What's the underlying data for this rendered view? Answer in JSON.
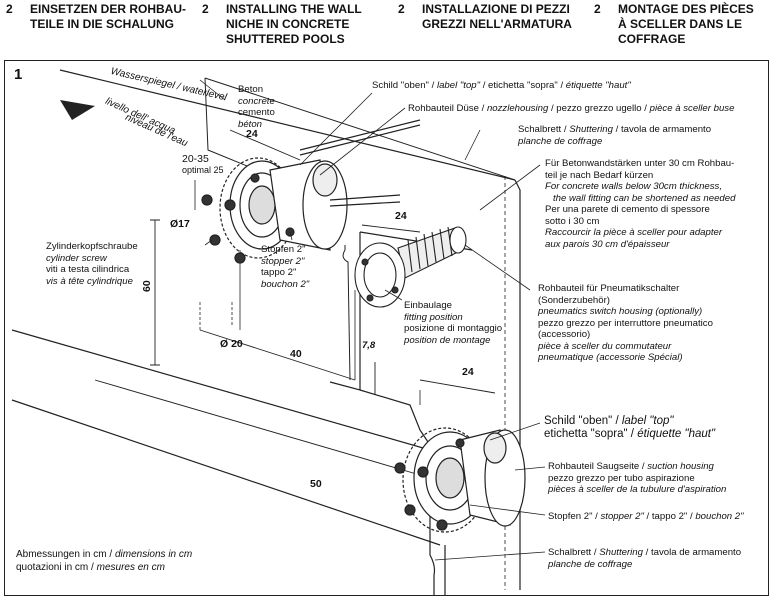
{
  "header": {
    "columns": [
      {
        "num": "2",
        "text": "EINSETZEN DER ROHBAU-\nTEILE IN DIE SCHALUNG"
      },
      {
        "num": "2",
        "text": "INSTALLING THE WALL\nNICHE IN CONCRETE\nSHUTTERED POOLS"
      },
      {
        "num": "2",
        "text": "INSTALLAZIONE DI  PEZZI\nGREZZI NELL'ARMATURA"
      },
      {
        "num": "2",
        "text": "MONTAGE DES PIÈCES\nÀ SCELLER DANS LE\nCOFFRAGE"
      }
    ]
  },
  "figure_number": "1",
  "labels": {
    "water_de": "Wasserspiegel /",
    "water_en": "waterlevel",
    "water_it": "livello dell' acqua",
    "water_fr": "niveau de l'eau",
    "beton": [
      "Beton",
      "concrete",
      "cemento",
      "béton"
    ],
    "schild_top": {
      "de": "Schild  \"oben\"",
      "en": "label \"top\"",
      "it": "etichetta \"sopra\"",
      "fr": "étiquette \"haut\""
    },
    "nozzle": {
      "de": "Rohbauteil Düse",
      "en": "nozzlehousing",
      "it": "pezzo grezzo ugello",
      "fr": "pièce à sceller buse"
    },
    "shuttering1": {
      "de": "Schalbrett",
      "en": "Shuttering",
      "it": "tavola de armamento",
      "fr": "planche de coffrage"
    },
    "walls": [
      "Für Betonwandstärken unter 30 cm Rohbau-",
      "teil je nach Bedarf kürzen",
      "For concrete walls below 30cm thickness,",
      "the wall fitting can be shortened as needed",
      "Per una parete di cemento di spessore",
      "sotto i 30 cm",
      "Raccourcir la pièce à sceller pour adapter",
      "aux parois 30 cm d'épaisseur"
    ],
    "screw": {
      "de": "Zylinderkopfschraube",
      "en": "cylinder screw",
      "it": "viti a testa cilindrica",
      "fr": "vis à tête cylindrique"
    },
    "plug1": {
      "de": "Stopfen 2\"",
      "en": "stopper 2\"",
      "it": "tappo 2\"",
      "fr": "bouchon 2\""
    },
    "fitting": {
      "de": "Einbaulage",
      "en": "fitting position",
      "it": "posizione di montaggio",
      "fr": "position de montage"
    },
    "pneumatic": [
      "Rohbauteil für Pneumatikschalter",
      "(Sonderzubehör)",
      "pneumatics switch housing (optionally)",
      "pezzo grezzo per interruttore pneumatico",
      "(accessorio)",
      "pièce à sceller du commutateur",
      "pneumatique (accessorie Spécial)"
    ],
    "schild_top2": {
      "de": "Schild  \"oben\"",
      "en": "label \"top\"",
      "it": "etichetta \"sopra\"",
      "fr": "étiquette \"haut\""
    },
    "suction": {
      "de": "Rohbauteil Saugseite",
      "en": "suction housing",
      "it": "pezzo grezzo per tubo aspirazione",
      "fr": "pièces à sceller de la tubulure d'aspiration"
    },
    "plug2": {
      "de": "Stopfen 2\"",
      "en": "stopper 2\"",
      "it": "tappo 2\"",
      "fr": "bouchon 2\""
    },
    "shuttering2": {
      "de": "Schalbrett",
      "en": "Shuttering",
      "it": "tavola de armamento",
      "fr": "planche de coffrage"
    },
    "units": {
      "de": "Abmessungen in cm",
      "en": "dimensions in cm",
      "it": "quotazioni in cm",
      "fr": "mesures en cm"
    }
  },
  "dimensions": {
    "d2035": "20-35",
    "optimal": "optimal 25",
    "d24a": "24",
    "d24b": "24",
    "d24c": "24",
    "phi17": "Ø17",
    "phi20": "Ø 20",
    "d60": "60",
    "d40": "40",
    "d78": "7,8",
    "d50": "50"
  }
}
